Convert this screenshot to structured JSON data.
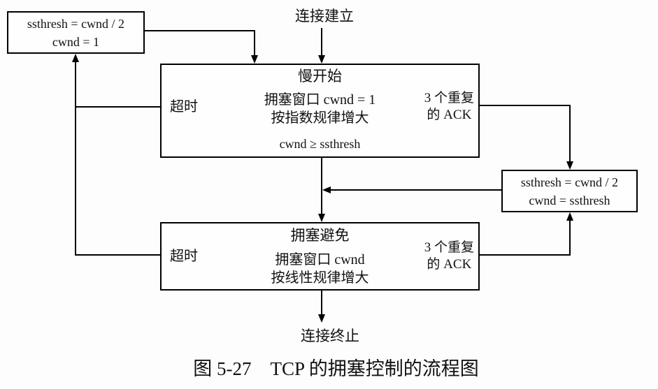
{
  "diagram": {
    "nodes": {
      "reset_on_timeout": {
        "line1": "ssthresh = cwnd / 2",
        "line2": "cwnd = 1"
      },
      "slow_start": {
        "title": "慢开始",
        "timeout_label": "超时",
        "body1": "拥塞窗口 cwnd = 1",
        "body2": "按指数规律增大",
        "condition": "cwnd ≥ ssthresh",
        "ack_line1": "3 个重复",
        "ack_line2": "的 ACK"
      },
      "reset_on_3ack": {
        "line1": "ssthresh = cwnd / 2",
        "line2": "cwnd = ssthresh"
      },
      "congestion_avoidance": {
        "title": "拥塞避免",
        "timeout_label": "超时",
        "body1": "拥塞窗口 cwnd",
        "body2": "按线性规律增大",
        "ack_line1": "3 个重复",
        "ack_line2": "的 ACK"
      }
    },
    "labels": {
      "start": "连接建立",
      "end": "连接终止"
    },
    "caption": "图 5-27　TCP 的拥塞控制的流程图"
  },
  "colors": {
    "line": "#000000",
    "background": "#fdfdfd"
  }
}
